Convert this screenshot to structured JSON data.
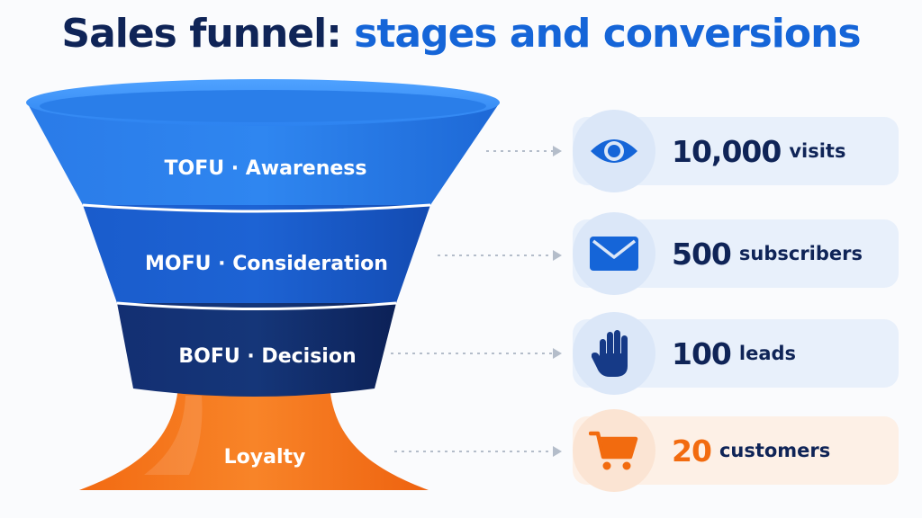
{
  "title": {
    "part1": "Sales funnel:",
    "part2": "stages and conversions"
  },
  "stages": [
    {
      "id": "tofu",
      "label": "TOFU · Awareness",
      "color": "#1f6fe0"
    },
    {
      "id": "mofu",
      "label": "MOFU · Consideration",
      "color": "#1550c0"
    },
    {
      "id": "bofu",
      "label": "BOFU · Decision",
      "color": "#0f2a66"
    },
    {
      "id": "loyalty",
      "label": "Loyalty",
      "color": "#f47a1f"
    }
  ],
  "metrics": [
    {
      "value": "10,000",
      "unit": "visits",
      "icon": "eye-icon"
    },
    {
      "value": "500",
      "unit": "subscribers",
      "icon": "envelope-icon"
    },
    {
      "value": "100",
      "unit": "leads",
      "icon": "hand-icon"
    },
    {
      "value": "20",
      "unit": "customers",
      "icon": "shopping-cart-icon"
    }
  ],
  "colors": {
    "navy": "#0f2457",
    "accent_blue": "#1565d8",
    "accent_orange": "#f26b0f"
  }
}
